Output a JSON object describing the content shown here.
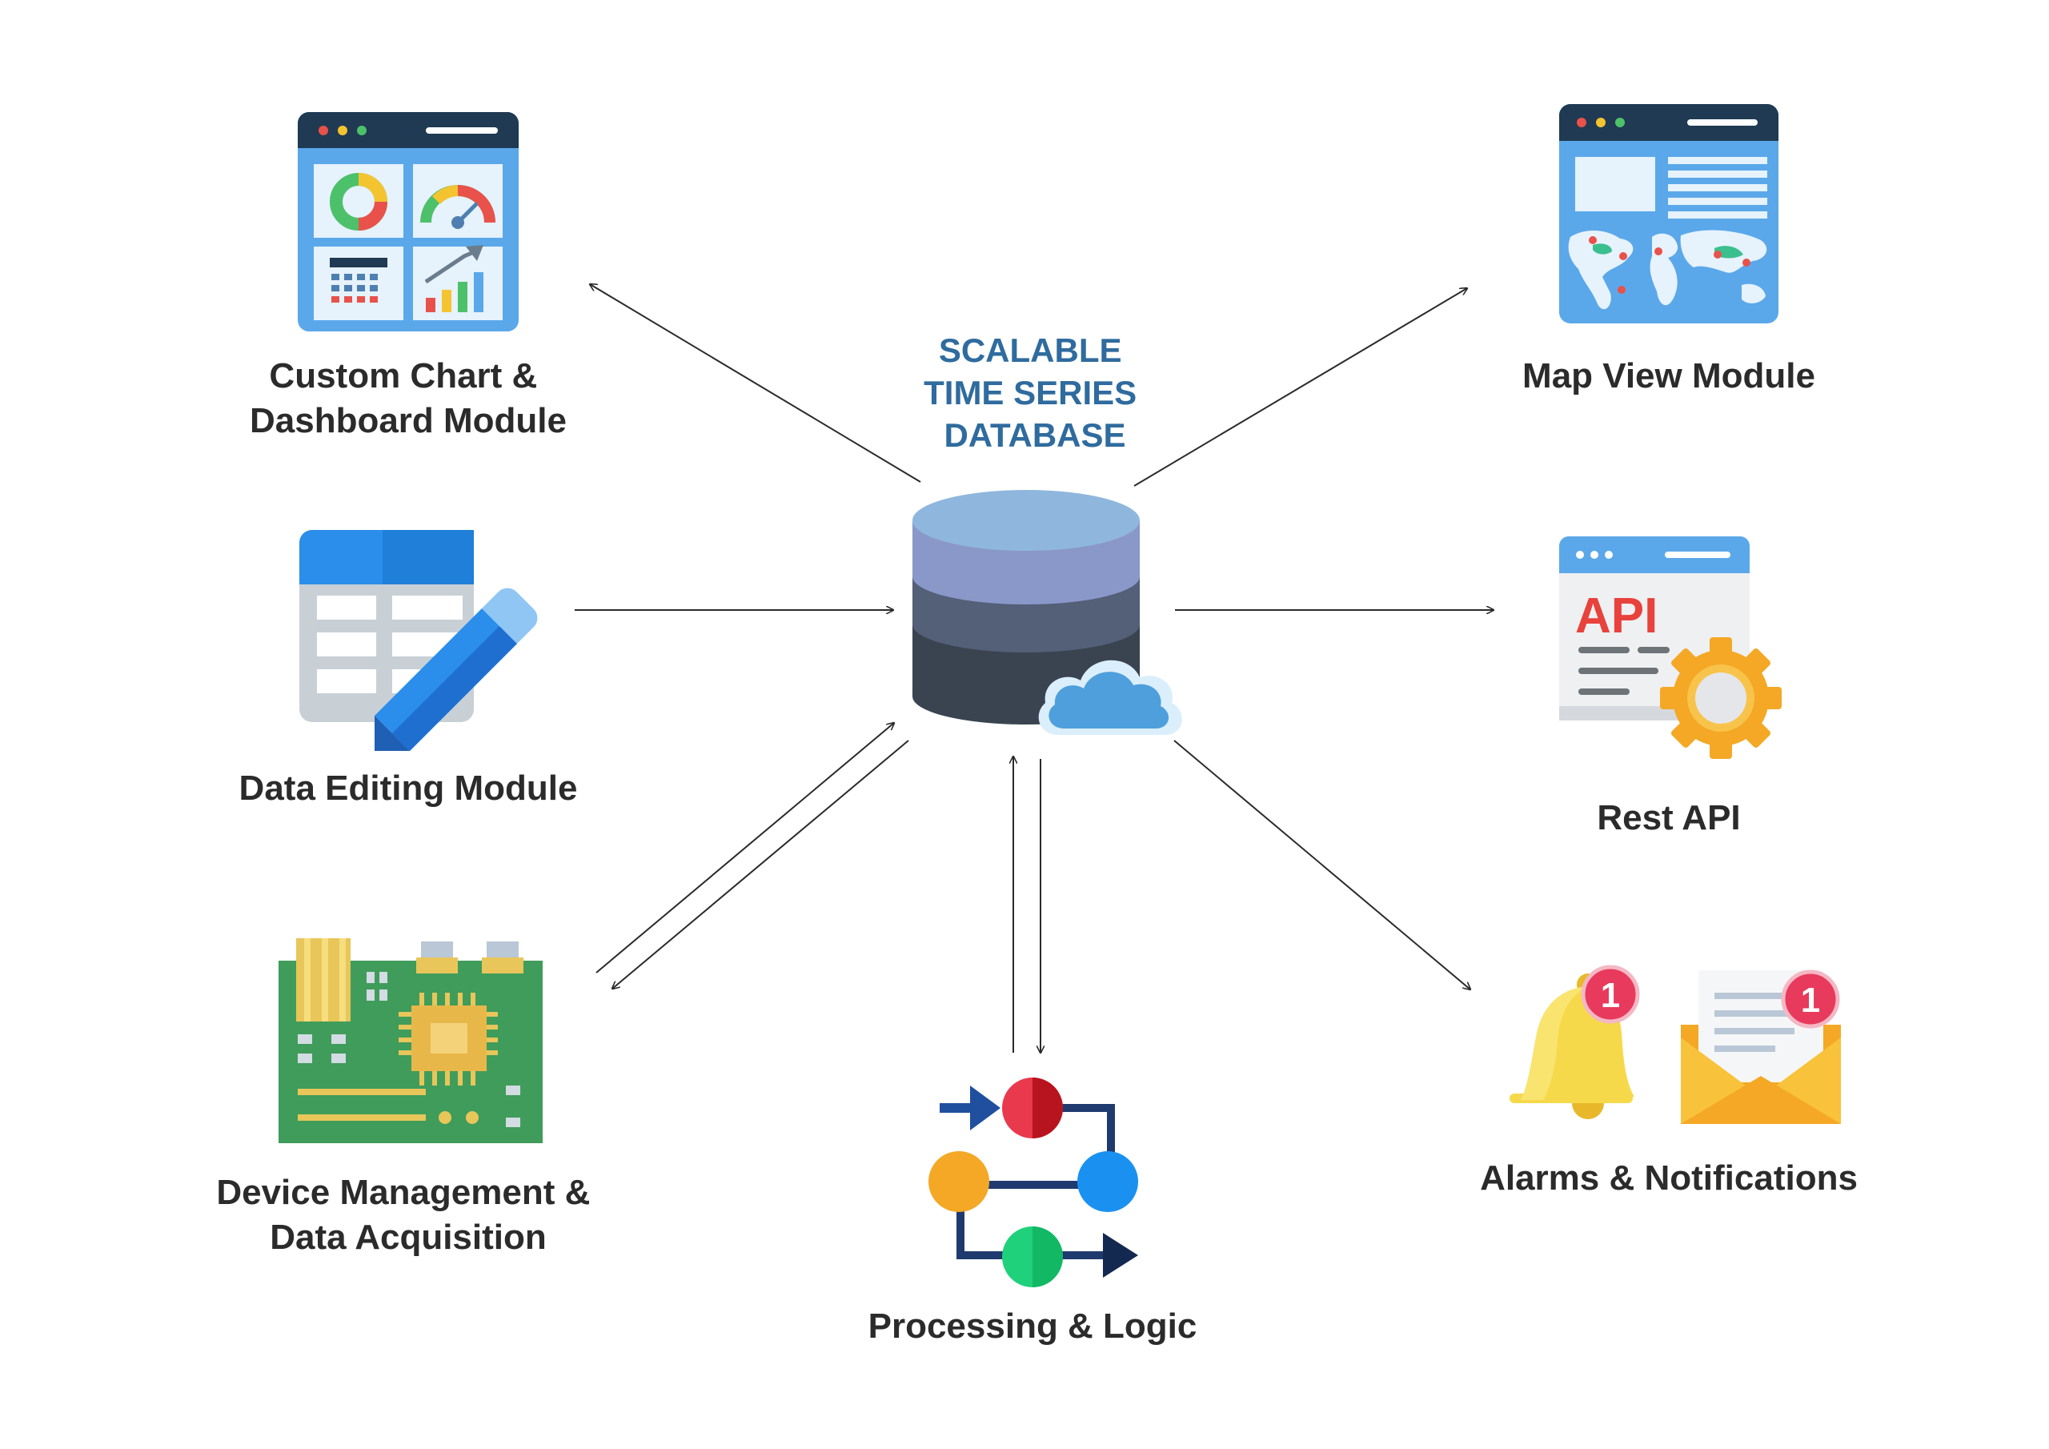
{
  "center": {
    "title_lines": [
      "SCALABLE",
      "TIME SERIES",
      "DATABASE"
    ],
    "icon": "database-cloud-icon"
  },
  "modules": {
    "custom_chart": {
      "lines": [
        "Custom Chart &",
        "Dashboard Module"
      ],
      "icon": "dashboard-icon"
    },
    "data_editing": {
      "lines": [
        "Data Editing Module"
      ],
      "icon": "table-edit-icon"
    },
    "device_management": {
      "lines": [
        "Device Management &",
        "Data Acquisition"
      ],
      "icon": "circuit-board-icon"
    },
    "processing": {
      "lines": [
        "Processing & Logic"
      ],
      "icon": "flow-logic-icon"
    },
    "map_view": {
      "lines": [
        "Map View Module"
      ],
      "icon": "world-map-icon"
    },
    "rest_api": {
      "lines": [
        "Rest API"
      ],
      "icon": "api-gear-icon",
      "icon_text": "API"
    },
    "alarms": {
      "lines": [
        "Alarms & Notifications"
      ],
      "icon": "bell-mail-icon",
      "badge_count": "1"
    }
  },
  "colors": {
    "title": "#2f6b9e",
    "label": "#2b2b2b",
    "connector": "#2a2a2a"
  }
}
